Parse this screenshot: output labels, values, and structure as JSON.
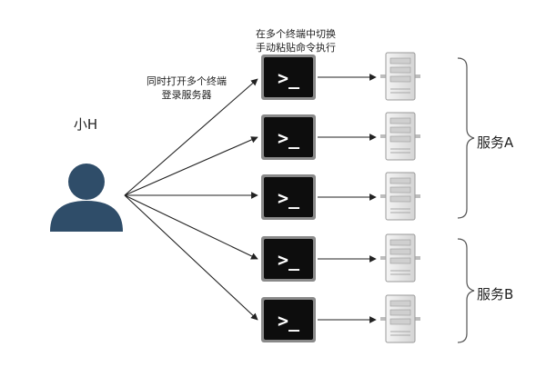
{
  "user": {
    "label": "小H"
  },
  "notes": {
    "open_line1": "同时打开多个终端",
    "open_line2": "登录服务器",
    "switch_line1": "在多个终端中切换",
    "switch_line2": "手动粘贴命令执行"
  },
  "terminals": [
    {
      "prompt": ">_"
    },
    {
      "prompt": ">_"
    },
    {
      "prompt": ">_"
    },
    {
      "prompt": ">_"
    },
    {
      "prompt": ">_"
    }
  ],
  "servers": [
    {
      "group": "A"
    },
    {
      "group": "A"
    },
    {
      "group": "A"
    },
    {
      "group": "B"
    },
    {
      "group": "B"
    }
  ],
  "groups": [
    {
      "label": "服务A"
    },
    {
      "label": "服务B"
    }
  ],
  "colors": {
    "user_icon": "#2f4d69",
    "terminal_bg": "#0d0d0d",
    "terminal_bezel": "#8a8a8a",
    "arrow": "#222222",
    "server_body": "#e6e6e6",
    "server_outline": "#9a9a9a",
    "bracket": "#555555"
  },
  "icons": [
    "user-icon",
    "terminal-icon",
    "server-icon"
  ]
}
